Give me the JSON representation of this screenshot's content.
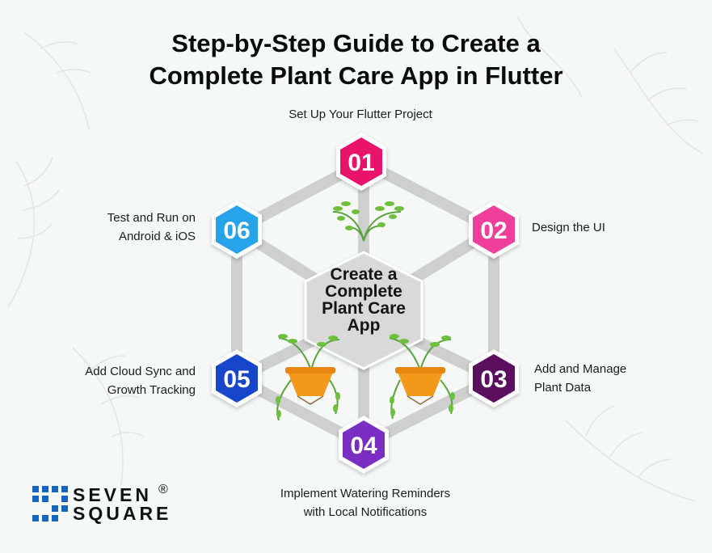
{
  "title": {
    "line1": "Step-by-Step Guide to Create a",
    "line2": "Complete Plant Care App in Flutter"
  },
  "center": {
    "line1": "Create a",
    "line2": "Complete",
    "line3": "Plant Care",
    "line4": "App"
  },
  "steps": [
    {
      "number": "01",
      "color": "#e8136b",
      "label_lines": [
        "Set Up Your Flutter Project"
      ]
    },
    {
      "number": "02",
      "color": "#ef3f9a",
      "label_lines": [
        "Design the UI"
      ]
    },
    {
      "number": "03",
      "color": "#5a0f5e",
      "label_lines": [
        "Add and Manage",
        "Plant Data"
      ]
    },
    {
      "number": "04",
      "color": "#7b2fc2",
      "label_lines": [
        "Implement Watering Reminders",
        "with Local Notifications"
      ]
    },
    {
      "number": "05",
      "color": "#1746c9",
      "label_lines": [
        "Add Cloud Sync and",
        "Growth Tracking"
      ]
    },
    {
      "number": "06",
      "color": "#27a3ea",
      "label_lines": [
        "Test and Run on",
        "Android & iOS"
      ]
    }
  ],
  "logo": {
    "line1": "SEVEN",
    "line2": "SQUARE",
    "registered": "®",
    "color": "#1565c0"
  },
  "icons": [
    "leaf-pattern-background",
    "hanging-plant-icon",
    "potted-plant-icon"
  ]
}
